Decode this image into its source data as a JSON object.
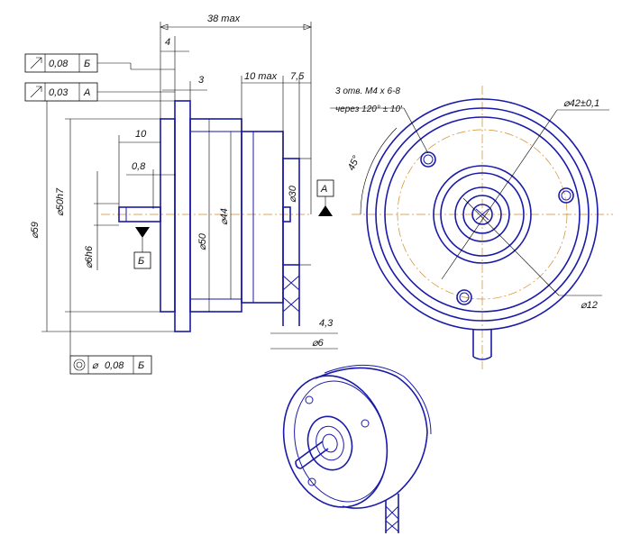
{
  "dimensions": {
    "overall_length": "38 max",
    "flange_offset": "4",
    "flange_thickness": "3",
    "body_length": "10 max",
    "terminal_offset": "7,5",
    "shaft_length": "10",
    "shaft_step": "0,8",
    "flange_diameter": "⌀59",
    "pilot_diameter": "⌀50h7",
    "shaft_diameter": "⌀6h6",
    "body_diameter_50": "⌀50",
    "body_diameter_44": "⌀44",
    "rear_diameter": "⌀30",
    "terminal_width": "4,3",
    "terminal_diameter": "⌀6",
    "bolt_circle": "⌀42±0,1",
    "hub_diameter": "⌀12",
    "angle": "45°"
  },
  "holes_note": {
    "line1": "3 отв. М4 x 6-8",
    "line2": "через 120° ± 10'"
  },
  "tolerances": {
    "runout1": {
      "value": "0,08",
      "datum": "Б"
    },
    "runout2": {
      "value": "0,03",
      "datum": "А"
    },
    "coaxiality": {
      "symbol": "⌀",
      "value": "0,08",
      "datum": "Б"
    }
  },
  "datums": {
    "a": "А",
    "b": "Б"
  },
  "colors": {
    "part": "#1a1aa8",
    "centerline": "#d08a2a",
    "dimension": "#000000"
  }
}
